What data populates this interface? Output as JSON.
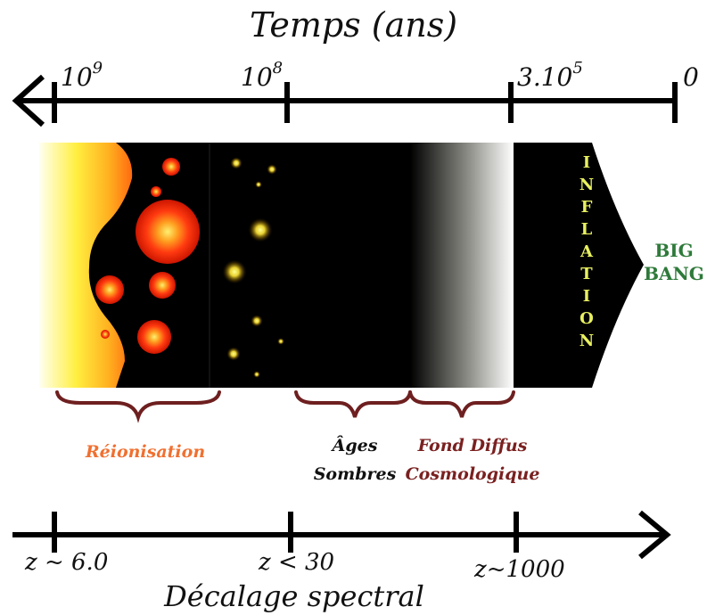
{
  "top_axis": {
    "title": "Temps (ans)",
    "ticks": [
      {
        "base": "10",
        "exp": "9"
      },
      {
        "base": "10",
        "exp": "8"
      },
      {
        "base": "3.10",
        "exp": "5"
      },
      {
        "base": "0",
        "exp": ""
      }
    ]
  },
  "eras": {
    "reionisation": "Réionisation",
    "dark_ages_line1": "Âges",
    "dark_ages_line2": "Sombres",
    "cmb_line1": "Fond Diffus",
    "cmb_line2": "Cosmologique",
    "inflation": "INFLATION",
    "big_bang_line1": "BIG",
    "big_bang_line2": "BANG"
  },
  "bottom_axis": {
    "title": "Décalage spectral",
    "ticks": [
      "z ~ 6.0",
      "z < 30",
      "z~1000"
    ]
  },
  "colors": {
    "reionisation": "#f07030",
    "dark_ages": "#111111",
    "cmb": "#7a2020",
    "inflation": "#e8f060",
    "big_bang": "#2e7a3a",
    "brace": "#6e1f1f"
  }
}
